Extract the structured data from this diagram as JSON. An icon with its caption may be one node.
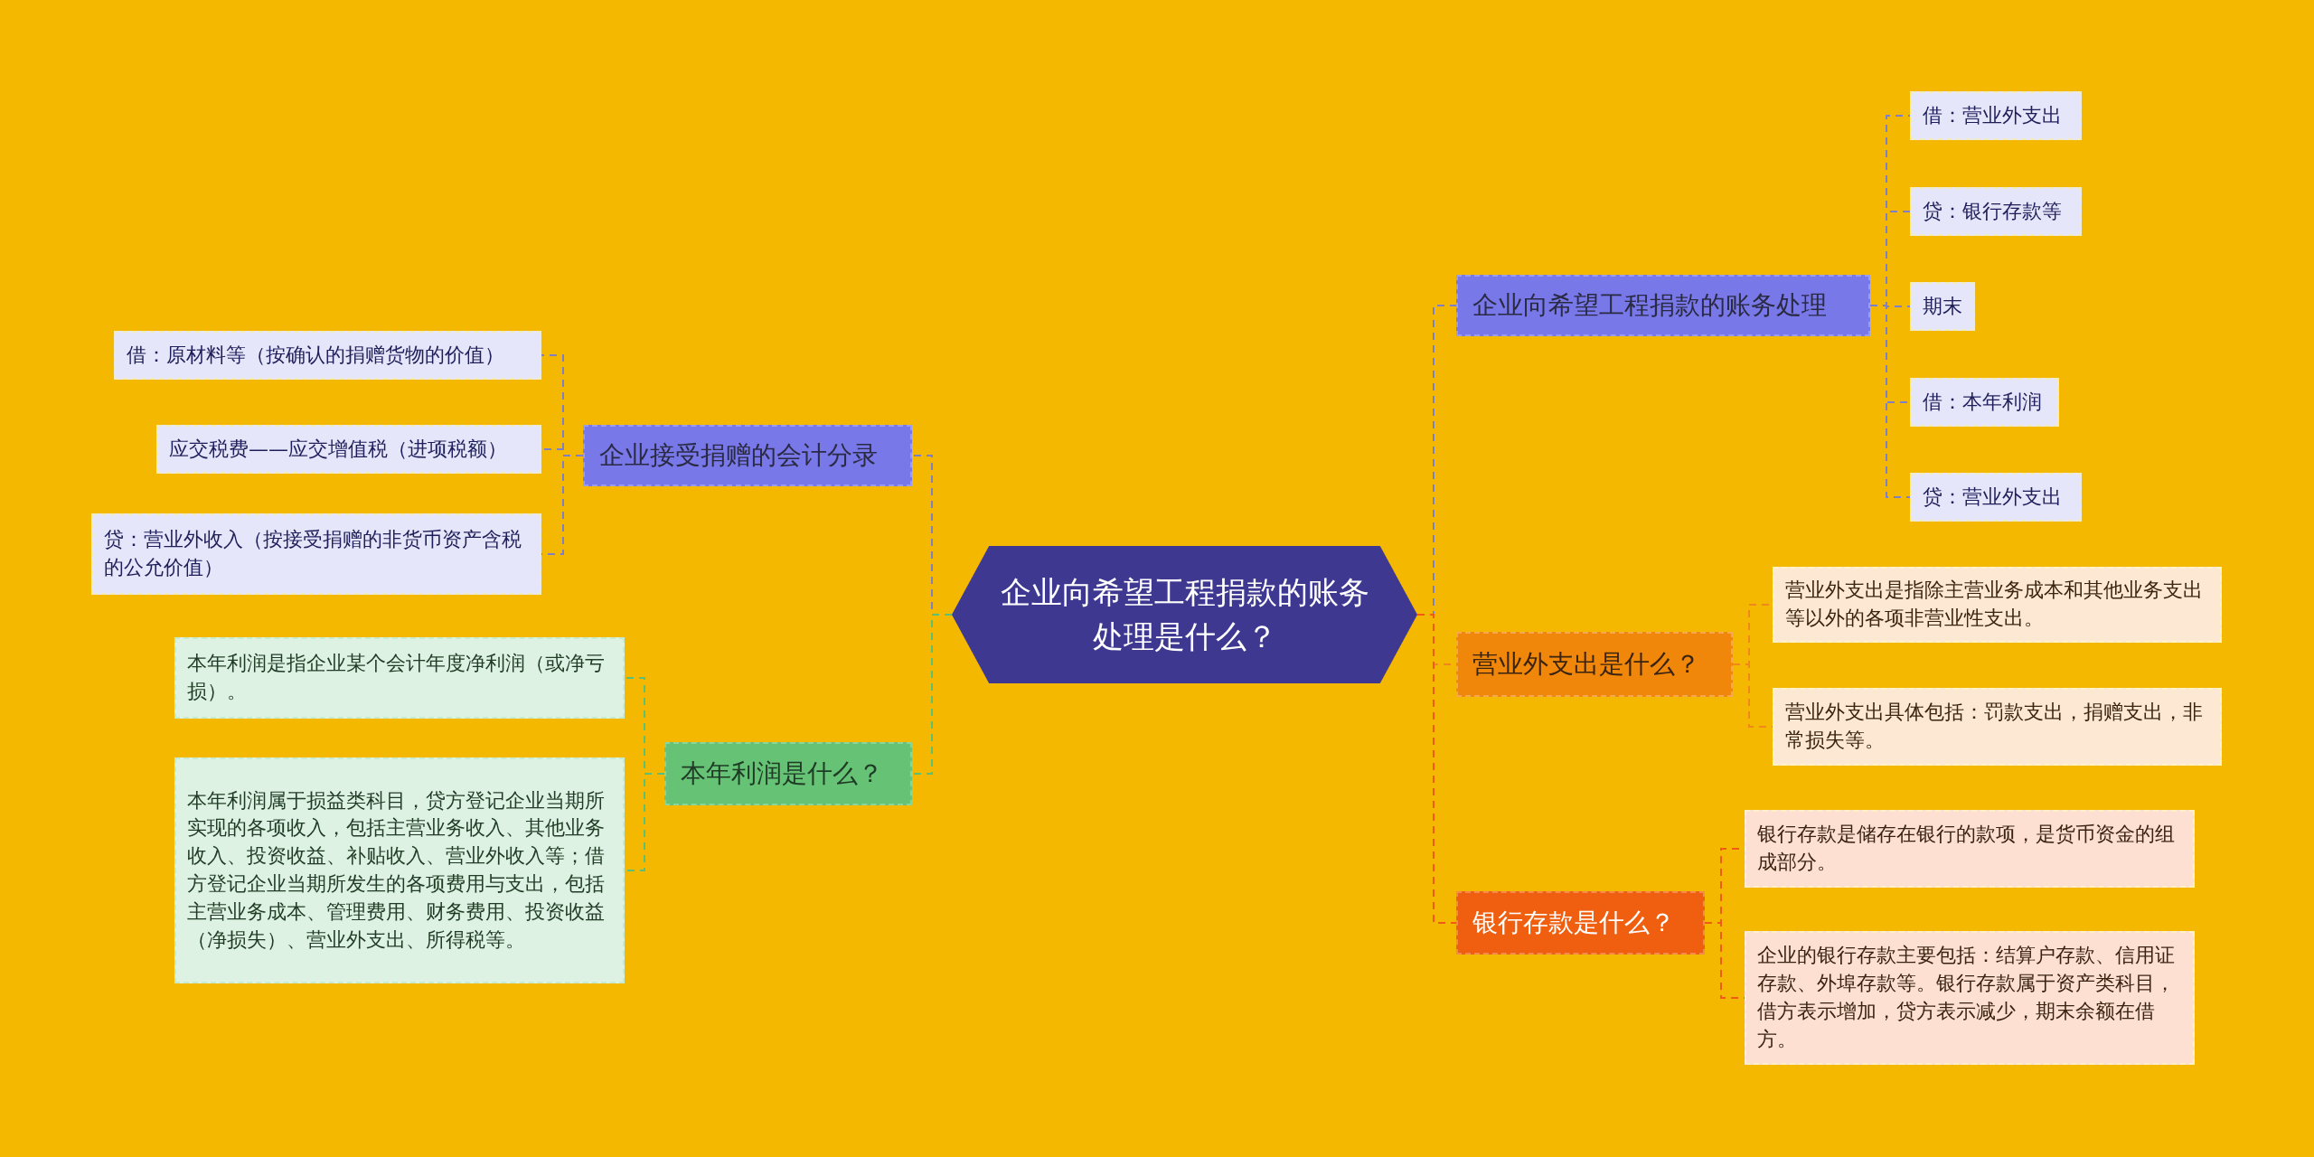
{
  "diagram": {
    "nodes": [
      {
        "text": [
          "企业向希望工程捐款的账务处理是什么？"
        ]
      },
      {
        "text": [
          "企业接受捐赠的会计分录"
        ]
      },
      {
        "text": [
          "借：原材料等（按确认的捐赠货物的价值）"
        ]
      },
      {
        "text": [
          "应交税费——应交增值税（进项税额）"
        ]
      },
      {
        "text": [
          "贷：营业外收入（按接受捐赠的非货币资产含税的公允价值）"
        ]
      },
      {
        "text": [
          "本年利润是什么？"
        ]
      },
      {
        "text": [
          "本年利润是指企业某个会计年度净利润（或净亏损）。"
        ]
      },
      {
        "text": [
          "本年利润属于损益类科目，贷方登记企业当期所实现的各项收入，包括主营业务收入、其他业务收入、投资收益、补贴收入、营业外收入等；借方登记企业当期所发生的各项费用与支出，包括主营业务成本、管理费用、财务费用、投资收益（净损失）、营业外支出、所得税等。"
        ]
      },
      {
        "text": [
          "企业向希望工程捐款的账务处理"
        ]
      },
      {
        "text": [
          "借：营业外支出"
        ]
      },
      {
        "text": [
          "贷：银行存款等"
        ]
      },
      {
        "text": [
          "期末"
        ]
      },
      {
        "text": [
          "借：本年利润"
        ]
      },
      {
        "text": [
          "贷：营业外支出"
        ]
      },
      {
        "text": [
          "营业外支出是什么？"
        ]
      },
      {
        "text": [
          "营业外支出是指除主营业务成本和其他业务支出等以外的各项非营业性支出。"
        ]
      },
      {
        "text": [
          "营业外支出具体包括：罚款支出，捐赠支出，非常损失等。"
        ]
      },
      {
        "text": [
          "银行存款是什么？"
        ]
      },
      {
        "text": [
          "银行存款是储存在银行的款项，是货币资金的组成部分。"
        ]
      },
      {
        "text": [
          "企业的银行存款主要包括：结算户存款、信用证存款、外埠存款等。银行存款属于资产类科目，借方表示增加，贷方表示减少，期末余额在借方。"
        ]
      }
    ],
    "edges": [
      {
        "from": 0,
        "to": 1,
        "arrow": "none",
        "style": "dashed",
        "color": "#7f7fc8"
      },
      {
        "from": 1,
        "to": 2,
        "arrow": "none",
        "style": "dashed",
        "color": "#7f7fc8"
      },
      {
        "from": 1,
        "to": 3,
        "arrow": "none",
        "style": "dashed",
        "color": "#7f7fc8"
      },
      {
        "from": 1,
        "to": 4,
        "arrow": "none",
        "style": "dashed",
        "color": "#7f7fc8"
      },
      {
        "from": 0,
        "to": 5,
        "arrow": "none",
        "style": "dashed",
        "color": "#5cbf78"
      },
      {
        "from": 5,
        "to": 6,
        "arrow": "none",
        "style": "dashed",
        "color": "#5cbf78"
      },
      {
        "from": 5,
        "to": 7,
        "arrow": "none",
        "style": "dashed",
        "color": "#5cbf78"
      },
      {
        "from": 0,
        "to": 8,
        "arrow": "none",
        "style": "dashed",
        "color": "#7f7fc8"
      },
      {
        "from": 8,
        "to": 9,
        "arrow": "none",
        "style": "dashed",
        "color": "#7f7fc8"
      },
      {
        "from": 8,
        "to": 10,
        "arrow": "none",
        "style": "dashed",
        "color": "#7f7fc8"
      },
      {
        "from": 8,
        "to": 11,
        "arrow": "none",
        "style": "dashed",
        "color": "#7f7fc8"
      },
      {
        "from": 8,
        "to": 12,
        "arrow": "none",
        "style": "dashed",
        "color": "#7f7fc8"
      },
      {
        "from": 8,
        "to": 13,
        "arrow": "none",
        "style": "dashed",
        "color": "#7f7fc8"
      },
      {
        "from": 0,
        "to": 14,
        "arrow": "none",
        "style": "dashed",
        "color": "#f0871a"
      },
      {
        "from": 14,
        "to": 15,
        "arrow": "none",
        "style": "dashed",
        "color": "#f0871a"
      },
      {
        "from": 14,
        "to": 16,
        "arrow": "none",
        "style": "dashed",
        "color": "#f0871a"
      },
      {
        "from": 0,
        "to": 17,
        "arrow": "none",
        "style": "dashed",
        "color": "#f05a14"
      },
      {
        "from": 17,
        "to": 18,
        "arrow": "none",
        "style": "dashed",
        "color": "#f05a14"
      },
      {
        "from": 17,
        "to": 19,
        "arrow": "none",
        "style": "dashed",
        "color": "#f05a14"
      }
    ]
  }
}
